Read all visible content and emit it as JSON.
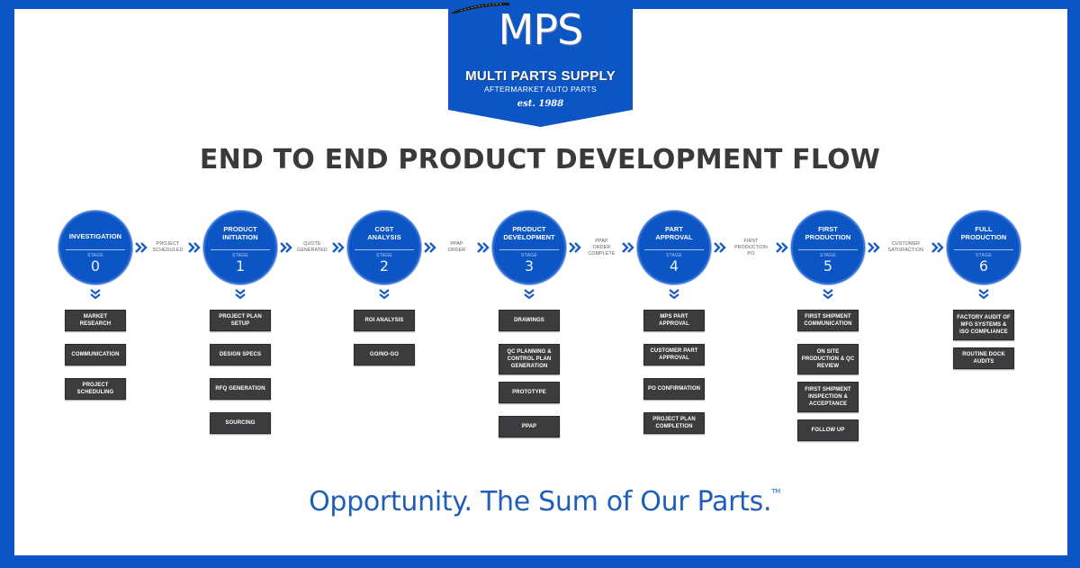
{
  "colors": {
    "brand_blue": "#0b55c4",
    "task_box": "#3c3c3e",
    "title_text": "#3a3a3c",
    "slogan_text": "#1f5fba"
  },
  "logo": {
    "monogram": "MPS",
    "company": "MULTI PARTS SUPPLY",
    "tagline": "AFTERMARKET AUTO PARTS",
    "established": "est. 1988"
  },
  "title": "END TO END PRODUCT DEVELOPMENT FLOW",
  "stage_label": "STAGE",
  "stages": [
    {
      "name": "INVESTIGATION",
      "number": "0",
      "tasks": [
        "MARKET RESEARCH",
        "COMMUNICATION",
        "PROJECT SCHEDULING"
      ]
    },
    {
      "name": "PRODUCT INITIATION",
      "number": "1",
      "tasks": [
        "PROJECT PLAN SETUP",
        "DESIGN SPECS",
        "RFQ GENERATION",
        "SOURCING"
      ]
    },
    {
      "name": "COST ANALYSIS",
      "number": "2",
      "tasks": [
        "ROI ANALYSIS",
        "GO/NO-GO"
      ]
    },
    {
      "name": "PRODUCT DEVELOPMENT",
      "number": "3",
      "tasks": [
        "DRAWINGS",
        "QC PLANNING & CONTROL PLAN GENERATION",
        "PROTOTYPE",
        "PPAP"
      ]
    },
    {
      "name": "PART APPROVAL",
      "number": "4",
      "tasks": [
        "MPS PART APPROVAL",
        "CUSTOMER PART APPROVAL",
        "PO CONFIRMATION",
        "PROJECT PLAN COMPLETION"
      ]
    },
    {
      "name": "FIRST PRODUCTION",
      "number": "5",
      "tasks": [
        "FIRST SHIPMENT COMMUNICATION",
        "ON SITE PRODUCTION & QC REVIEW",
        "FIRST SHIPMENT INSPECTION & ACCEPTANCE",
        "FOLLOW UP"
      ]
    },
    {
      "name": "FULL PRODUCTION",
      "number": "6",
      "tasks": [
        "FACTORY AUDIT OF MFG SYSTEMS & ISO COMPLIANCE",
        "ROUTINE DOCK AUDITS"
      ]
    }
  ],
  "connectors": [
    "PROJECT SCHEDULED",
    "QUOTE GENERATED",
    "PPAP ORDER",
    "PPAP ORDER COMPLETE",
    "FIRST PRODUCTION PO",
    "CUSTOMER SATISFACTION"
  ],
  "slogan": {
    "text": "Opportunity.  The Sum of Our Parts.",
    "mark": "TM"
  }
}
